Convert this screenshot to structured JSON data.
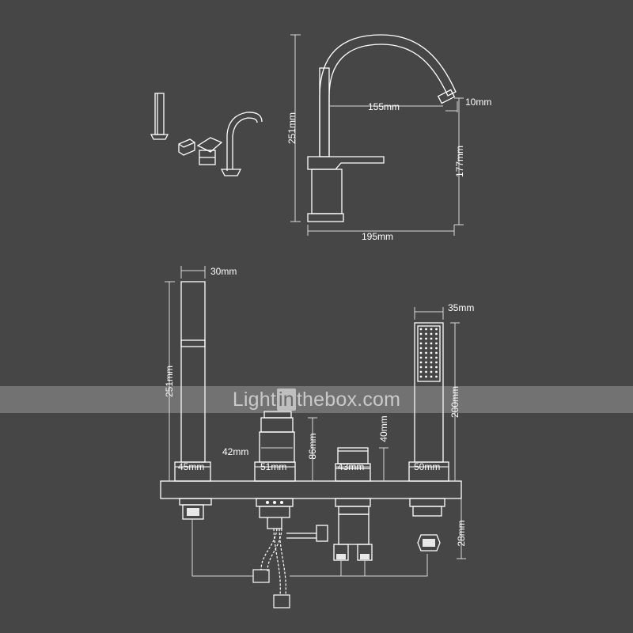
{
  "watermark": {
    "pre": "Light",
    "mid": "in",
    "post": "thebox.com"
  },
  "dimensions": {
    "top_height": "251mm",
    "top_reach": "155mm",
    "top_spout": "10mm",
    "top_spout_height": "177mm",
    "top_width": "195mm",
    "handshower_width": "30mm",
    "handshower_height": "251mm",
    "handshower_base": "45mm",
    "spout_neck": "42mm",
    "spout_base": "51mm",
    "spout_height": "86mm",
    "handle_height": "40mm",
    "handle_base": "43mm",
    "shower_head_width": "35mm",
    "shower_height": "200mm",
    "shower_base": "50mm",
    "deck_thickness": "28mm"
  },
  "colors": {
    "background": "#464646",
    "line": "#ffffff",
    "dim_line": "#d8d8d8",
    "fitting": "#e0e0e0"
  }
}
